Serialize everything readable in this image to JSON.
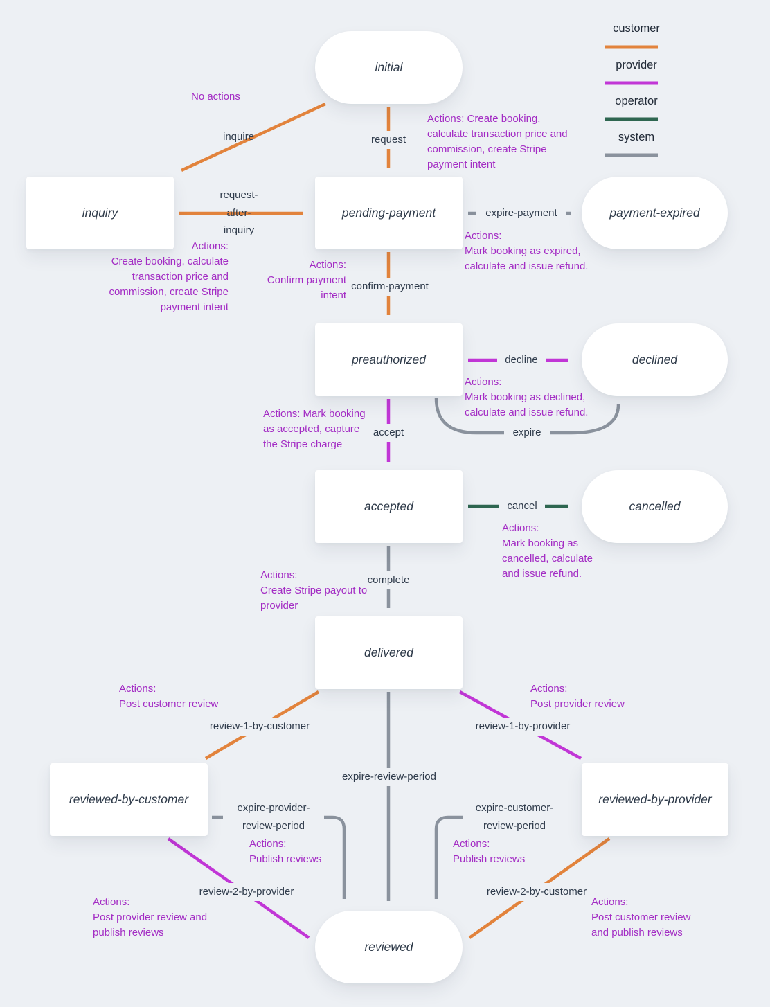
{
  "legend": [
    {
      "id": "customer",
      "label": "customer",
      "color": "#e2833c"
    },
    {
      "id": "provider",
      "label": "provider",
      "color": "#c136d6"
    },
    {
      "id": "operator",
      "label": "operator",
      "color": "#2e6650"
    },
    {
      "id": "system",
      "label": "system",
      "color": "#8a929d"
    }
  ],
  "states": {
    "initial": "initial",
    "inquiry": "inquiry",
    "pending_payment": "pending-payment",
    "payment_expired": "payment-expired",
    "preauthorized": "preauthorized",
    "declined": "declined",
    "accepted": "accepted",
    "cancelled": "cancelled",
    "delivered": "delivered",
    "reviewed_by_customer": "reviewed-by-customer",
    "reviewed_by_provider": "reviewed-by-provider",
    "reviewed": "reviewed"
  },
  "transitions": {
    "inquire": "inquire",
    "request": "request",
    "request_after_inquiry": "request-\nafter-\ninquiry",
    "expire_payment": "expire-payment",
    "confirm_payment": "confirm-payment",
    "decline": "decline",
    "expire": "expire",
    "accept": "accept",
    "cancel": "cancel",
    "complete": "complete",
    "review_1_by_customer": "review-1-by-customer",
    "review_1_by_provider": "review-1-by-provider",
    "expire_review_period": "expire-review-period",
    "expire_provider_review_period": "expire-provider-\nreview-period",
    "expire_customer_review_period": "expire-customer-\nreview-period",
    "review_2_by_provider": "review-2-by-provider",
    "review_2_by_customer": "review-2-by-customer"
  },
  "actions": {
    "no_actions": "No actions",
    "request": "Actions: Create booking,\ncalculate transaction price and\ncommission, create Stripe\npayment intent",
    "request_after_inquiry": "Actions:\nCreate booking, calculate\ntransaction price and\ncommission, create Stripe\npayment intent",
    "expire_payment": "Actions:\nMark booking as expired,\ncalculate and issue refund.",
    "confirm_payment": "Actions:\nConfirm payment\nintent",
    "decline": "Actions:\nMark booking as declined,\ncalculate and issue refund.",
    "accept": "Actions: Mark booking\nas accepted, capture\nthe Stripe charge",
    "cancel": "Actions:\nMark booking as\ncancelled, calculate\nand issue refund.",
    "complete": "Actions:\nCreate Stripe payout to\nprovider",
    "review_1_by_customer": "Actions:\nPost customer review",
    "review_1_by_provider": "Actions:\nPost provider review",
    "expire_provider_review_period": "Actions:\nPublish reviews",
    "expire_customer_review_period": "Actions:\nPublish reviews",
    "review_2_by_provider": "Actions:\nPost provider review and\npublish reviews",
    "review_2_by_customer": "Actions:\nPost customer review\nand publish reviews"
  },
  "colors": {
    "customer_arrow": "#e2833c",
    "provider_arrow": "#c136d6",
    "operator_arrow": "#2e6650",
    "system_arrow": "#8a929d",
    "action_text": "#a32cc4",
    "label_text": "#2f3b4b",
    "state_text": "#2e3a49",
    "background": "#edf0f4",
    "node_background": "#ffffff"
  }
}
